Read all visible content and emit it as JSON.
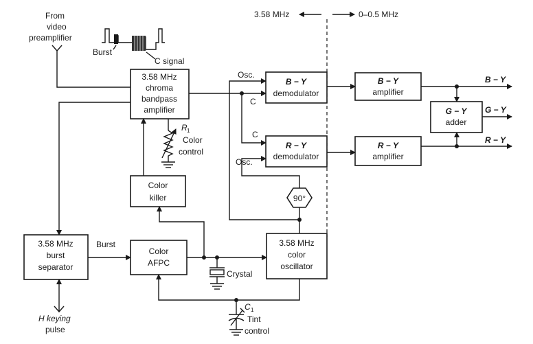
{
  "band_labels": {
    "left": "3.58 MHz",
    "right": "0–0.5 MHz"
  },
  "input": {
    "line1": "From",
    "line2": "video",
    "line3": "preamplifier"
  },
  "signal_labels": {
    "burst": "Burst",
    "c_signal": "C signal"
  },
  "blocks": {
    "chroma_amp": {
      "line1": "3.58 MHz",
      "line2": "chroma",
      "line3": "bandpass",
      "line4": "amplifier"
    },
    "by_demod": {
      "line1": "B − Y",
      "line2": "demodulator"
    },
    "ry_demod": {
      "line1": "R − Y",
      "line2": "demodulator"
    },
    "by_amp": {
      "line1": "B − Y",
      "line2": "amplifier"
    },
    "ry_amp": {
      "line1": "R − Y",
      "line2": "amplifier"
    },
    "gy_adder": {
      "line1": "G − Y",
      "line2": "adder"
    },
    "color_killer": {
      "line1": "Color",
      "line2": "killer"
    },
    "burst_sep": {
      "line1": "3.58 MHz",
      "line2": "burst",
      "line3": "separator"
    },
    "afpc": {
      "line1": "Color",
      "line2": "AFPC"
    },
    "color_osc": {
      "line1": "3.58 MHz",
      "line2": "color",
      "line3": "oscillator"
    },
    "phase_shift": {
      "label": "90°"
    }
  },
  "outputs": {
    "by": "B − Y",
    "gy": "G − Y",
    "ry": "R − Y"
  },
  "line_labels": {
    "osc_top": "Osc.",
    "c_top": "C",
    "c_bottom": "C",
    "osc_bottom": "Osc.",
    "burst": "Burst"
  },
  "components": {
    "r1": {
      "symbol": "R",
      "subscript": "1",
      "line1": "Color",
      "line2": "control"
    },
    "crystal": {
      "label": "Crystal"
    },
    "c1": {
      "symbol": "C",
      "subscript": "1",
      "line1": "Tint",
      "line2": "control"
    }
  },
  "keying": {
    "line1": "H keying",
    "line2": "pulse"
  }
}
